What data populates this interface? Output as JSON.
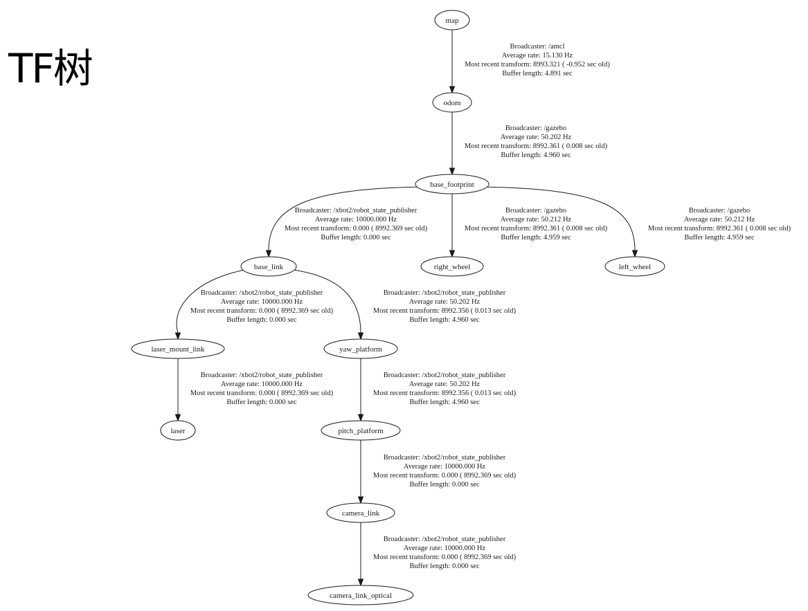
{
  "title": "TF树",
  "nodes": {
    "map": "map",
    "odom": "odom",
    "base_footprint": "base_footprint",
    "base_link": "base_link",
    "right_wheel": "right_wheel",
    "left_wheel": "left_wheel",
    "laser_mount_link": "laser_mount_link",
    "yaw_platform": "yaw_platform",
    "laser": "laser",
    "pitch_platform": "pitch_platform",
    "camera_link": "camera_link",
    "camera_link_optical": "camera_link_optical"
  },
  "edges": {
    "map_odom": {
      "broadcaster": "Broadcaster: /amcl",
      "rate": "Average rate: 15.130 Hz",
      "recent": "Most recent transform: 8993.321 ( -0.952 sec old)",
      "buffer": "Buffer length: 4.891 sec"
    },
    "odom_base_footprint": {
      "broadcaster": "Broadcaster: /gazebo",
      "rate": "Average rate: 50.202 Hz",
      "recent": "Most recent transform: 8992.361 ( 0.008 sec old)",
      "buffer": "Buffer length: 4.960 sec"
    },
    "base_footprint_base_link": {
      "broadcaster": "Broadcaster: /xbot2/robot_state_publisher",
      "rate": "Average rate: 10000.000 Hz",
      "recent": "Most recent transform: 0.000 ( 8992.369 sec old)",
      "buffer": "Buffer length: 0.000 sec"
    },
    "base_footprint_right_wheel": {
      "broadcaster": "Broadcaster: /gazebo",
      "rate": "Average rate: 50.212 Hz",
      "recent": "Most recent transform: 8992.361 ( 0.008 sec old)",
      "buffer": "Buffer length: 4.959 sec"
    },
    "base_footprint_left_wheel": {
      "broadcaster": "Broadcaster: /gazebo",
      "rate": "Average rate: 50.212 Hz",
      "recent": "Most recent transform: 8992.361 ( 0.008 sec old)",
      "buffer": "Buffer length: 4.959 sec"
    },
    "base_link_laser_mount_link": {
      "broadcaster": "Broadcaster: /xbot2/robot_state_publisher",
      "rate": "Average rate: 10000.000 Hz",
      "recent": "Most recent transform: 0.000 ( 8992.369 sec old)",
      "buffer": "Buffer length: 0.000 sec"
    },
    "base_link_yaw_platform": {
      "broadcaster": "Broadcaster: /xbot2/robot_state_publisher",
      "rate": "Average rate: 50.202 Hz",
      "recent": "Most recent transform: 8992.356 ( 0.013 sec old)",
      "buffer": "Buffer length: 4.960 sec"
    },
    "laser_mount_link_laser": {
      "broadcaster": "Broadcaster: /xbot2/robot_state_publisher",
      "rate": "Average rate: 10000.000 Hz",
      "recent": "Most recent transform: 0.000 ( 8992.369 sec old)",
      "buffer": "Buffer length: 0.000 sec"
    },
    "yaw_platform_pitch_platform": {
      "broadcaster": "Broadcaster: /xbot2/robot_state_publisher",
      "rate": "Average rate: 50.202 Hz",
      "recent": "Most recent transform: 8992.356 ( 0.013 sec old)",
      "buffer": "Buffer length: 4.960 sec"
    },
    "pitch_platform_camera_link": {
      "broadcaster": "Broadcaster: /xbot2/robot_state_publisher",
      "rate": "Average rate: 10000.000 Hz",
      "recent": "Most recent transform: 0.000 ( 8992.369 sec old)",
      "buffer": "Buffer length: 0.000 sec"
    },
    "camera_link_camera_link_optical": {
      "broadcaster": "Broadcaster: /xbot2/robot_state_publisher",
      "rate": "Average rate: 10000.000 Hz",
      "recent": "Most recent transform: 0.000 ( 8992.369 sec old)",
      "buffer": "Buffer length: 0.000 sec"
    }
  }
}
